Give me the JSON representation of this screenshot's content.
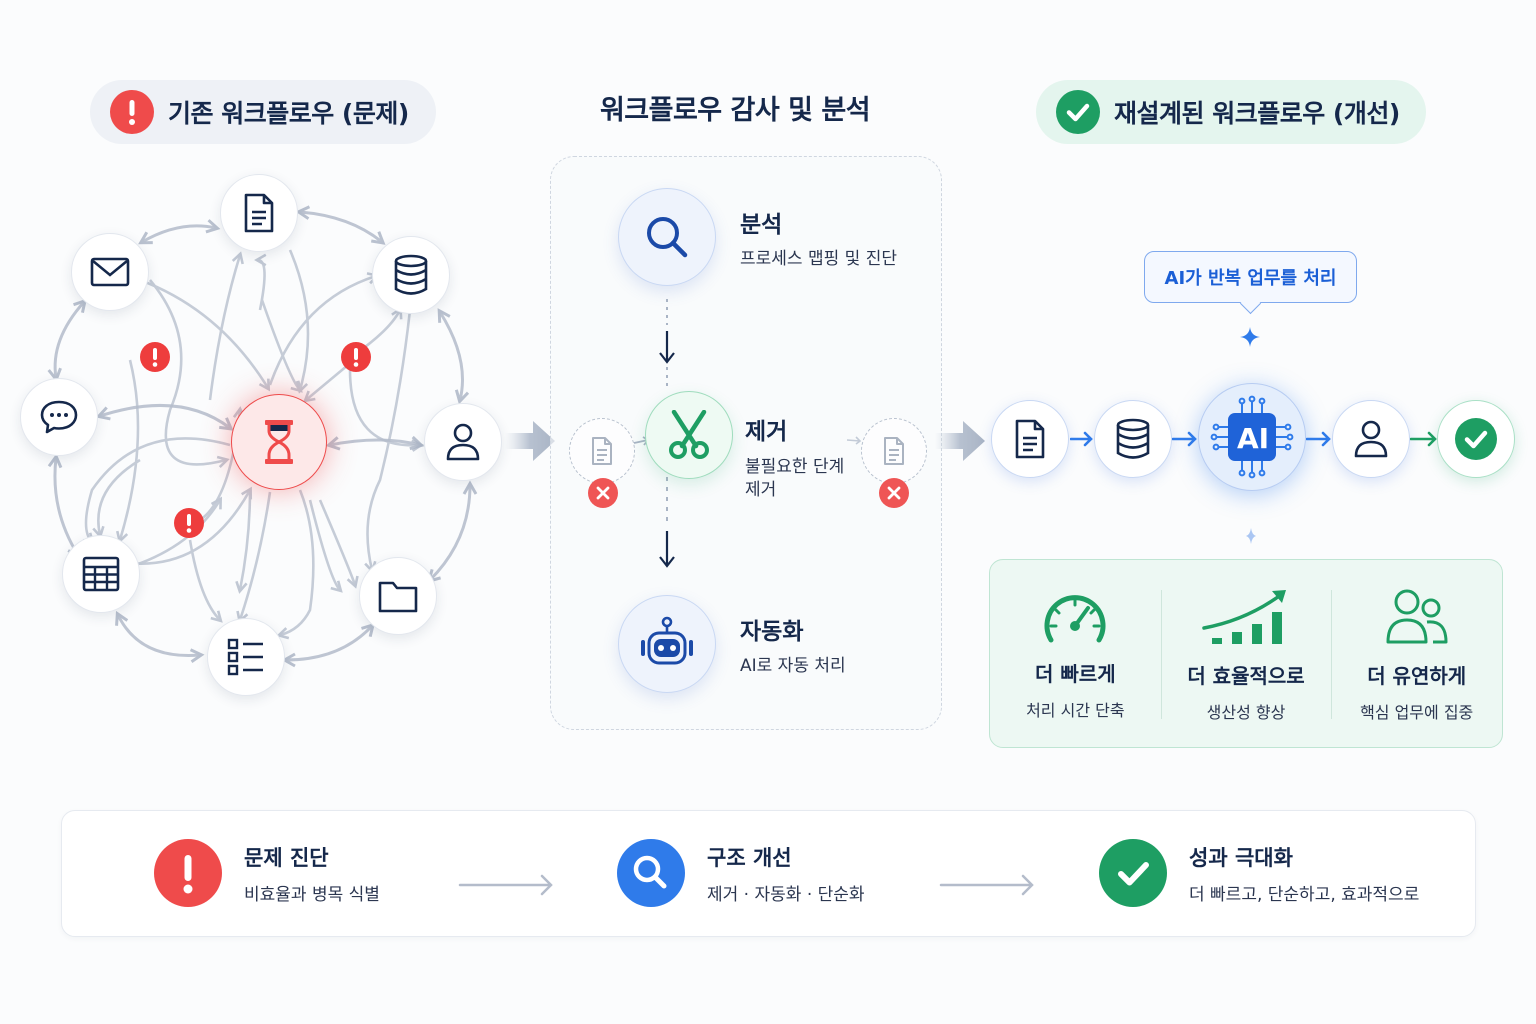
{
  "header": {
    "problem_label": "기존 워크플로우 (문제)",
    "audit_label": "워크플로우 감사 및 분석",
    "improved_label": "재설계된 워크플로우 (개선)"
  },
  "legacy_network": {
    "center_node": "hourglass-icon",
    "nodes": [
      "document-icon",
      "mail-icon",
      "database-icon",
      "chat-icon",
      "user-icon",
      "table-icon",
      "folder-icon",
      "checklist-icon"
    ],
    "warning_markers": 3
  },
  "audit": {
    "steps": [
      {
        "title": "분석",
        "desc": "프로세스 맵핑 및 진단",
        "icon": "search-icon"
      },
      {
        "title": "제거",
        "desc_line1": "불필요한 단계",
        "desc_line2": "제거",
        "icon": "scissors-icon"
      },
      {
        "title": "자동화",
        "desc": "AI로 자동 처리",
        "icon": "robot-icon"
      }
    ]
  },
  "redesigned": {
    "callout": "AI가 반복 업무를 처리",
    "ai_chip_label": "AI",
    "flow": [
      "document-icon",
      "database-icon",
      "ai-chip-icon",
      "user-icon",
      "check-icon"
    ],
    "benefits": [
      {
        "title": "더 빠르게",
        "desc": "처리 시간 단축",
        "icon": "speedometer-icon"
      },
      {
        "title": "더 효율적으로",
        "desc": "생산성 향상",
        "icon": "growth-chart-icon"
      },
      {
        "title": "더 유연하게",
        "desc": "핵심 업무에 집중",
        "icon": "users-icon"
      }
    ]
  },
  "summary": [
    {
      "title": "문제 진단",
      "desc": "비효율과 병목 식별",
      "color": "#ef4b4b"
    },
    {
      "title": "구조 개선",
      "desc": "제거 · 자동화 · 단순화",
      "color": "#2f7bea"
    },
    {
      "title": "성과 극대화",
      "desc": "더 빠르고, 단순하고, 효과적으로",
      "color": "#1e9e63"
    }
  ],
  "colors": {
    "problem_red": "#ef4b4b",
    "accent_blue": "#1f63d8",
    "success_green": "#1e9e63",
    "navy_text": "#15284b",
    "connector_gray": "#b4bccb"
  }
}
